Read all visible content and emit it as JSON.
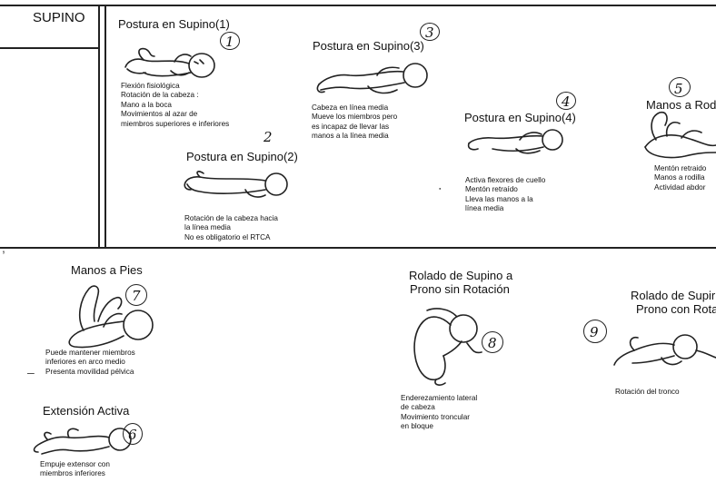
{
  "section": {
    "label": "SUPINO"
  },
  "stages": [
    {
      "title": "Postura en Supino(1)",
      "number": "1",
      "lines": [
        "Flexión fisiológica",
        "Rotación de la cabeza :",
        "Mano a la boca",
        "Movimientos al azar de",
        "miembros superiores e inferiores"
      ]
    },
    {
      "title": "Postura en Supino(2)",
      "number": "2",
      "lines": [
        "Rotación de la cabeza hacia",
        "la línea media",
        "No es obligatorio el RTCA"
      ]
    },
    {
      "title": "Postura en Supino(3)",
      "number": "3",
      "lines": [
        "Cabeza en línea media",
        "Mueve los miembros pero",
        "es incapaz de llevar las",
        "manos a la línea media"
      ]
    },
    {
      "title": "Postura en Supino(4)",
      "number": "4",
      "lines": [
        "Activa flexores de cuello",
        "Mentón retraído",
        "Lleva las manos a la",
        "línea media"
      ]
    },
    {
      "title": "Manos a Rodi",
      "number": "5",
      "lines": [
        "Mentón retraido",
        "Manos a rodilla",
        "Actividad abdor"
      ]
    },
    {
      "title": "Manos a Pies",
      "number": "7",
      "lines": [
        "Puede mantener miembros",
        "inferiores en arco medio",
        "Presenta movilidad pélvica"
      ]
    },
    {
      "title": "Extensión Activa",
      "number": "6",
      "lines": [
        "Empuje extensor con",
        "miembros inferiores"
      ]
    },
    {
      "title_line1": "Rolado de Supino a",
      "title_line2": "Prono sin Rotación",
      "number": "8",
      "lines": [
        "Enderezamiento lateral",
        "de cabeza",
        "Movimiento troncular",
        "en bloque"
      ]
    },
    {
      "title_line1": "Rolado de Supir",
      "title_line2": "Prono con Rota",
      "number": "9",
      "lines": [
        "Rotación del tronco"
      ]
    }
  ]
}
